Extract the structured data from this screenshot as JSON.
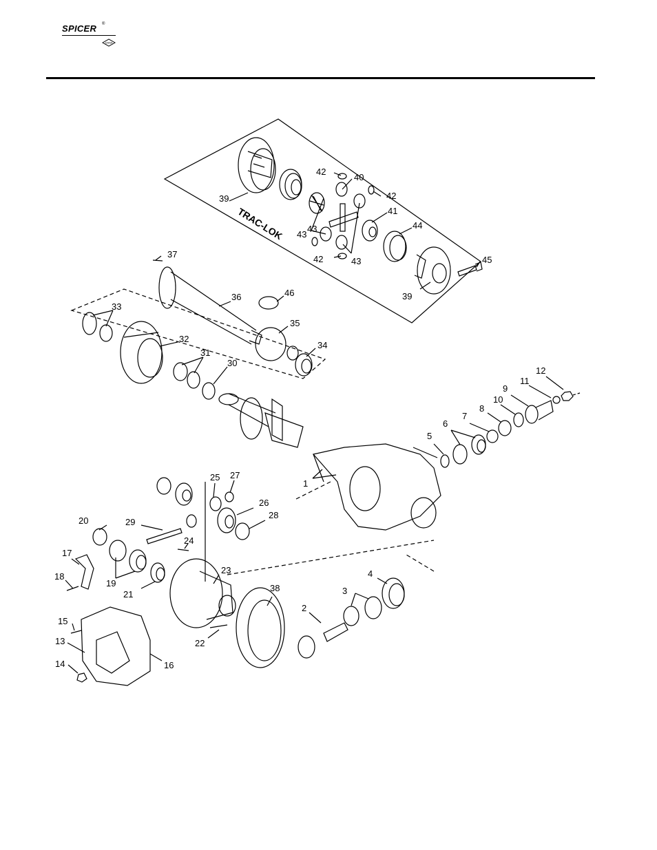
{
  "header": {
    "brand": "SPICER",
    "registered_mark": "®",
    "badge_text": "DANA"
  },
  "diagram": {
    "inset_title": "TRAC-LOK",
    "callouts": [
      "1",
      "2",
      "3",
      "4",
      "5",
      "6",
      "7",
      "8",
      "9",
      "10",
      "11",
      "12",
      "13",
      "14",
      "15",
      "16",
      "17",
      "18",
      "19",
      "20",
      "21",
      "22",
      "23",
      "24",
      "25",
      "26",
      "27",
      "28",
      "29",
      "30",
      "31",
      "32",
      "33",
      "34",
      "35",
      "36",
      "37",
      "38",
      "39",
      "39",
      "40",
      "41",
      "42",
      "42",
      "42",
      "43",
      "43",
      "43",
      "44",
      "45",
      "46"
    ]
  }
}
